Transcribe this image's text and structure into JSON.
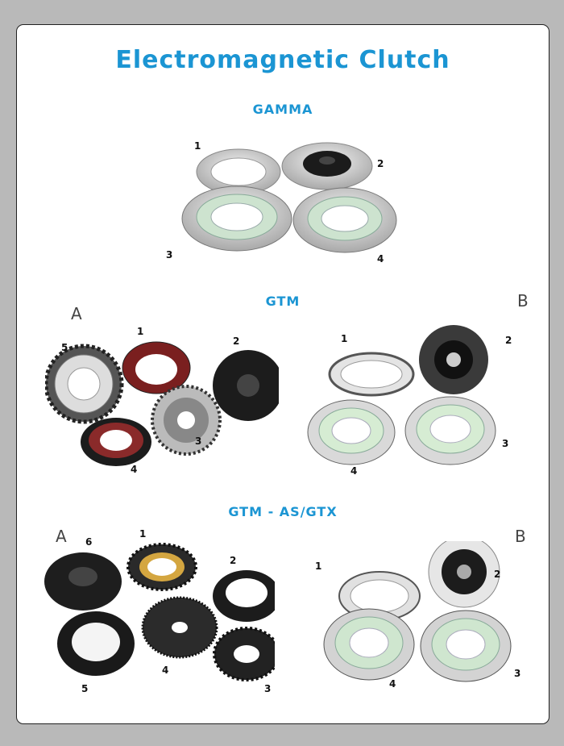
{
  "title": "Electromagnetic Clutch",
  "sections": {
    "gamma": {
      "heading": "GAMMA",
      "labels": [
        "1",
        "2",
        "3",
        "4"
      ]
    },
    "gtm": {
      "heading": "GTM",
      "group_a": "A",
      "group_b": "B",
      "labels_a": [
        "5",
        "1",
        "2",
        "3",
        "4"
      ],
      "labels_b": [
        "1",
        "2",
        "3",
        "4"
      ]
    },
    "gtm_as": {
      "heading": "GTM - AS/GTX",
      "group_a": "A",
      "group_b": "B",
      "labels_a": [
        "6",
        "1",
        "2",
        "4",
        "5",
        "3"
      ],
      "labels_b": [
        "1",
        "2",
        "4",
        "3"
      ]
    }
  },
  "colors": {
    "accent": "#1b95d3",
    "card_border": "#222222",
    "page_bg": "#b9b9b9"
  }
}
